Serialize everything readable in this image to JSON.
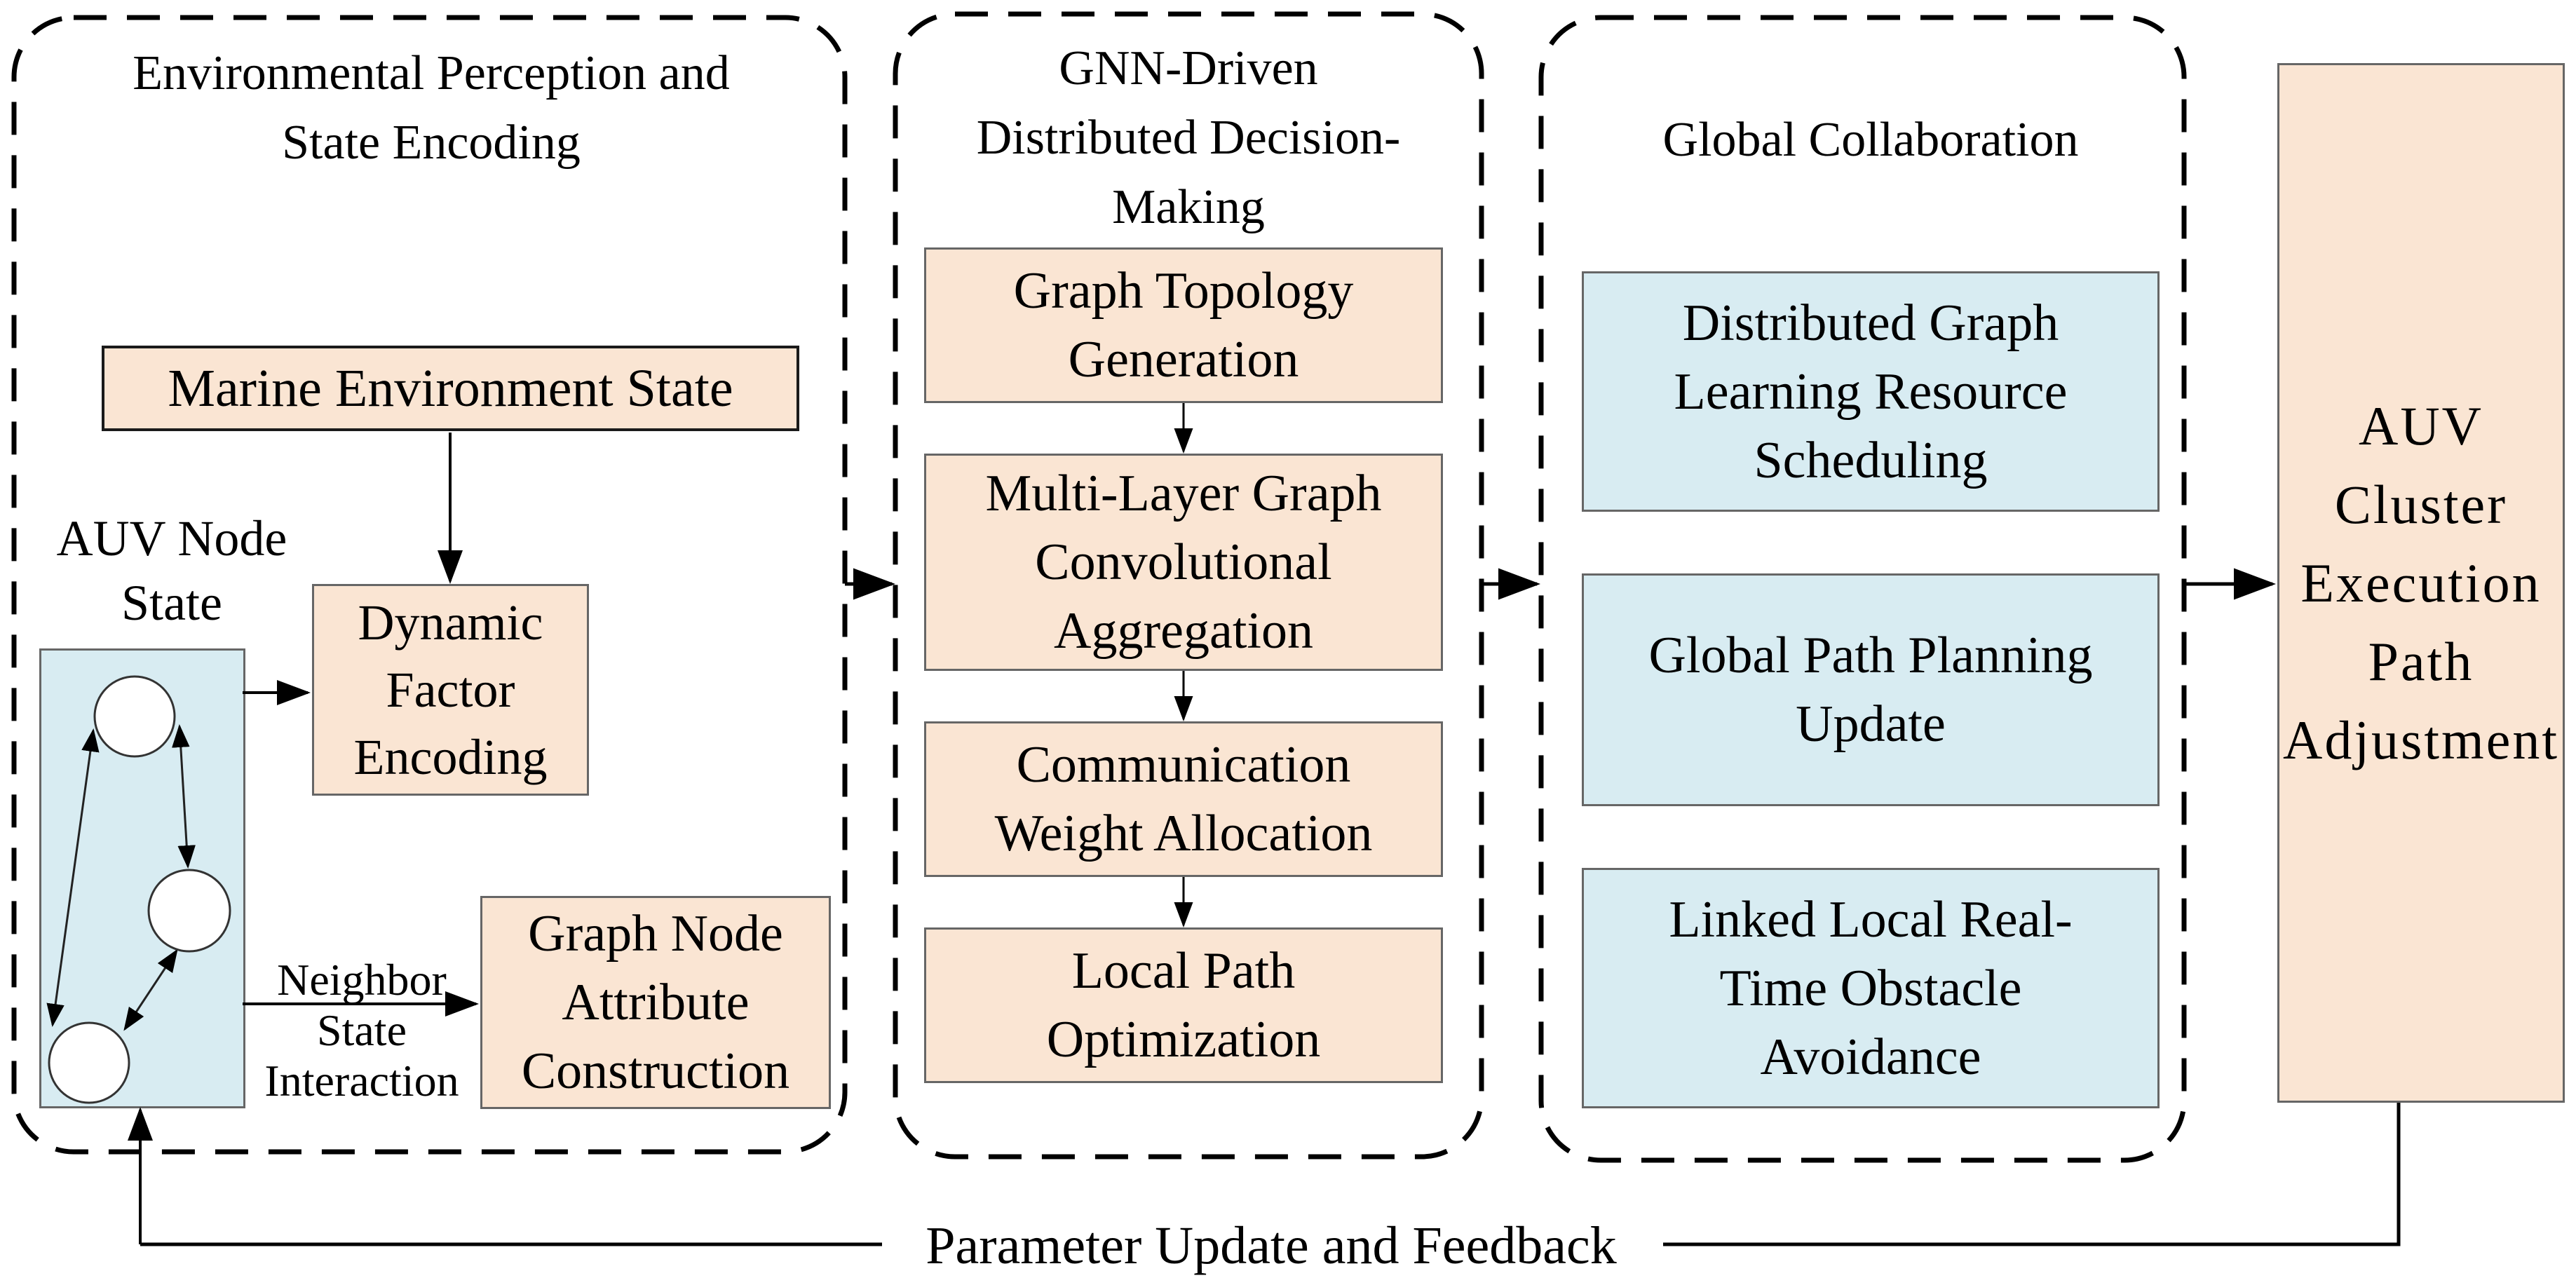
{
  "panel_perception": {
    "title_lines": [
      "Environmental Perception and",
      "State Encoding"
    ],
    "marine_box_label": "Marine Environment State",
    "auv_node_state_lines": [
      "AUV Node",
      "State"
    ],
    "dynamic_box_lines": [
      "Dynamic",
      "Factor",
      "Encoding"
    ],
    "neighbor_label_lines": [
      "Neighbor",
      "State",
      "Interaction"
    ],
    "graph_node_box_lines": [
      "Graph Node",
      "Attribute",
      "Construction"
    ]
  },
  "panel_gnn": {
    "title_lines": [
      "GNN-Driven",
      "Distributed Decision-",
      "Making"
    ],
    "boxes": [
      {
        "lines": [
          "Graph Topology",
          "Generation"
        ]
      },
      {
        "lines": [
          "Multi-Layer Graph",
          "Convolutional",
          "Aggregation"
        ]
      },
      {
        "lines": [
          "Communication",
          "Weight Allocation"
        ]
      },
      {
        "lines": [
          "Local Path",
          "Optimization"
        ]
      }
    ]
  },
  "panel_global": {
    "title_lines": [
      "Global Collaboration"
    ],
    "boxes": [
      {
        "lines": [
          "Distributed Graph",
          "Learning Resource",
          "Scheduling"
        ]
      },
      {
        "lines": [
          "Global Path Planning",
          "Update"
        ]
      },
      {
        "lines": [
          "Linked Local Real-",
          "Time Obstacle",
          "Avoidance"
        ]
      }
    ]
  },
  "auv_cluster_box_lines": [
    "AUV",
    "Cluster",
    "Execution",
    "Path",
    "Adjustment"
  ],
  "feedback_label": "Parameter Update and Feedback",
  "colors": {
    "peach": "#FAE5D3",
    "light_blue": "#D8ECF2",
    "line": "#000000",
    "box_border": "#666666"
  }
}
